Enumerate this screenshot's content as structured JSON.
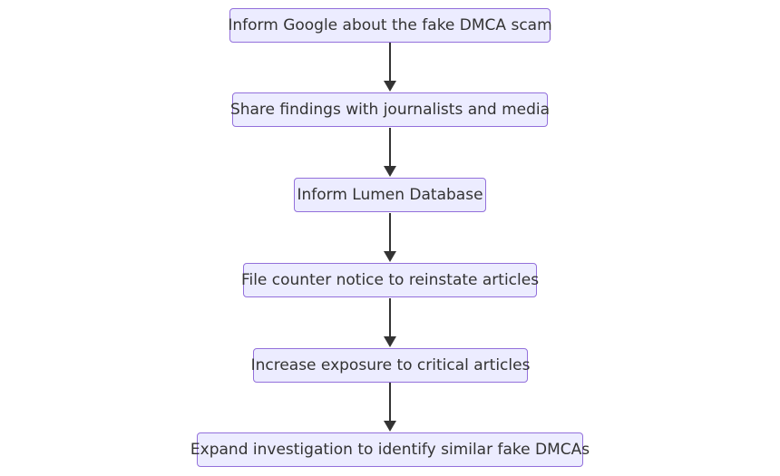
{
  "flowchart": {
    "direction": "top-down",
    "node_fill": "#ECECFF",
    "node_border": "#9370DB",
    "edge_color": "#333333",
    "text_color": "#333333",
    "nodes": [
      {
        "id": "n1",
        "label": "Inform Google about the fake DMCA scam"
      },
      {
        "id": "n2",
        "label": "Share findings with journalists and media"
      },
      {
        "id": "n3",
        "label": "Inform Lumen Database"
      },
      {
        "id": "n4",
        "label": "File counter notice to reinstate articles"
      },
      {
        "id": "n5",
        "label": "Increase exposure to critical articles"
      },
      {
        "id": "n6",
        "label": "Expand investigation to identify similar fake DMCAs"
      }
    ],
    "edges": [
      {
        "from": "n1",
        "to": "n2"
      },
      {
        "from": "n2",
        "to": "n3"
      },
      {
        "from": "n3",
        "to": "n4"
      },
      {
        "from": "n4",
        "to": "n5"
      },
      {
        "from": "n5",
        "to": "n6"
      }
    ]
  }
}
